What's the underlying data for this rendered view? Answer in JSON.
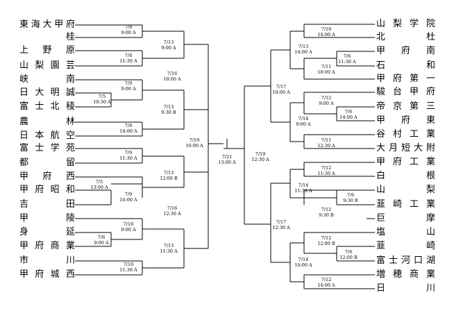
{
  "left_teams": [
    "東海大甲府",
    "桂",
    "上野原",
    "山梨園芸",
    "峡南",
    "日大明誠",
    "富士北稜",
    "農林",
    "日本航空",
    "富士学苑",
    "都留",
    "甲府西",
    "甲府昭和",
    "吉田",
    "甲陵",
    "身延",
    "甲府商業",
    "市川",
    "甲府城西"
  ],
  "right_teams": [
    "山梨学院",
    "北杜",
    "甲府南",
    "石和",
    "甲府第一",
    "駿台甲府",
    "帝京第三",
    "甲府東",
    "谷村工業",
    "大月短大附",
    "甲府工業",
    "白根",
    "山梨",
    "韮崎工業",
    "巨摩",
    "塩山",
    "韮崎",
    "富士河口湖",
    "増穂商業",
    "日川"
  ],
  "matches": {
    "L_r1_a": {
      "d": "7/8",
      "t": "9:00 A"
    },
    "L_r1_b": {
      "d": "7/8",
      "t": "11:30 A"
    },
    "L_r1_c": {
      "d": "7/5",
      "t": "10:30 A"
    },
    "L_r1_d": {
      "d": "7/8",
      "t": "14:00 A"
    },
    "L_r1_e": {
      "d": "7/5",
      "t": "13:00 A"
    },
    "L_r1_f": {
      "d": "7/6",
      "t": "9:00 A"
    },
    "L_r1_g": {
      "d": "7/10",
      "t": "11:30 A"
    },
    "L_r2_a": {
      "d": "7/13",
      "t": "9:00 A"
    },
    "L_r2_b": {
      "d": "7/9",
      "t": "9:00 A"
    },
    "L_r2_c": {
      "d": "7/13",
      "t": "9:30 B"
    },
    "L_r2_d": {
      "d": "7/9",
      "t": "11:30 A"
    },
    "L_r2_e": {
      "d": "7/9",
      "t": "14:00 A"
    },
    "L_r2_f": {
      "d": "7/13",
      "t": "12:00 B"
    },
    "L_r2_g": {
      "d": "7/10",
      "t": "9:00 A"
    },
    "L_r2_h": {
      "d": "7/13",
      "t": "11:30 A"
    },
    "L_r3_a": {
      "d": "7/16",
      "t": "10:00 A"
    },
    "L_r3_b": {
      "d": "7/16",
      "t": "12:30 A"
    },
    "L_sf": {
      "d": "7/19",
      "t": "10:00 A"
    },
    "final": {
      "d": "7/21",
      "t": "13:00 A"
    },
    "R_sf": {
      "d": "7/19",
      "t": "12:30 A"
    },
    "R_r3_a": {
      "d": "7/17",
      "t": "10:00 A"
    },
    "R_r3_b": {
      "d": "7/17",
      "t": "12:30 A"
    },
    "R_r2_a": {
      "d": "7/10",
      "t": "14:00 A"
    },
    "R_r2_b": {
      "d": "7/13",
      "t": "14:00 A"
    },
    "R_r2_c": {
      "d": "7/11",
      "t": "10:00 A"
    },
    "R_r2_d": {
      "d": "7/12",
      "t": "9:00 A"
    },
    "R_r2_e": {
      "d": "7/14",
      "t": "9:00 A"
    },
    "R_r2_f": {
      "d": "7/11",
      "t": "12:30 A"
    },
    "R_r2_g": {
      "d": "7/12",
      "t": "11:30 A"
    },
    "R_r2_h": {
      "d": "7/14",
      "t": "11:30 A"
    },
    "R_r2_i": {
      "d": "7/12",
      "t": "9:30 B"
    },
    "R_r2_j": {
      "d": "7/12",
      "t": "12:00 B"
    },
    "R_r2_k": {
      "d": "7/14",
      "t": "14:00 A"
    },
    "R_r2_l": {
      "d": "7/12",
      "t": "14:00 A"
    },
    "R_r1_a": {
      "d": "7/6",
      "t": "11:30 A"
    },
    "R_r1_b": {
      "d": "7/6",
      "t": "14:00 A"
    },
    "R_r1_c": {
      "d": "7/6",
      "t": "9:30 B"
    },
    "R_r1_d": {
      "d": "7/6",
      "t": "12:00 B"
    }
  }
}
